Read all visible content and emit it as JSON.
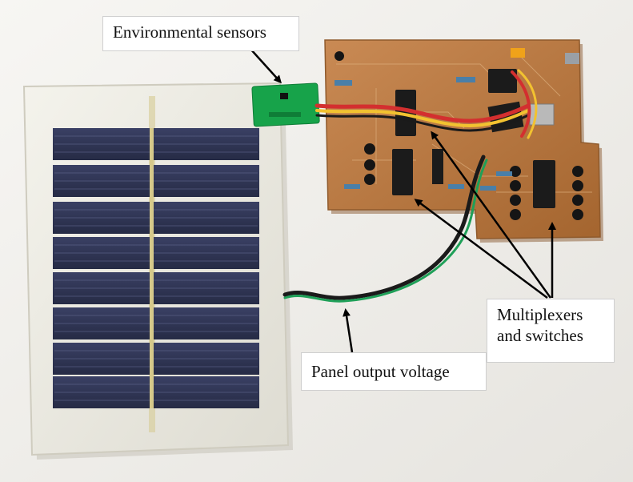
{
  "annotations": {
    "environmental_sensors": "Environmental sensors",
    "panel_output_voltage": "Panel output voltage",
    "multiplexers_line1": "Multiplexers",
    "multiplexers_line2": "and switches"
  },
  "colors": {
    "wall": "#f2f1ee",
    "frame": "#e9e7de",
    "cell": "#2c3150",
    "pcb": "#b9763f",
    "sensor_board": "#17a34a",
    "wire_red": "#d32f2f",
    "wire_yellow": "#f2c230",
    "wire_black": "#1a1a1a",
    "wire_green": "#1fa058"
  }
}
